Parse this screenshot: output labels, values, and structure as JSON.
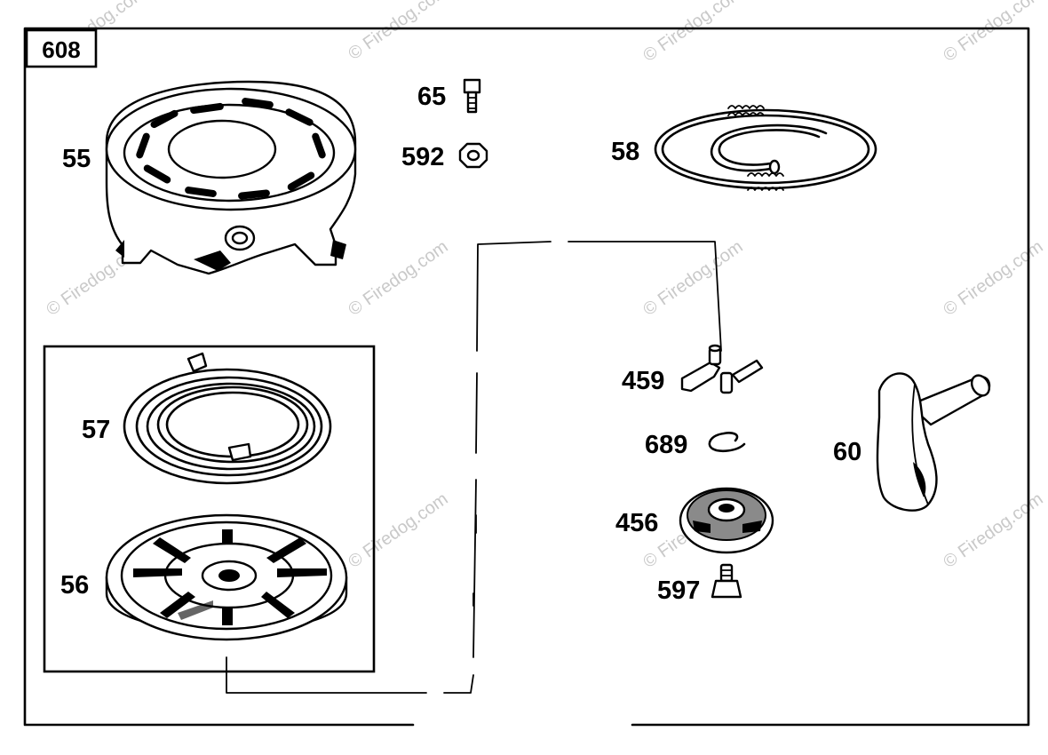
{
  "diagram": {
    "box_number": "608",
    "watermark": "© Firedog.com",
    "callouts": {
      "p55": "55",
      "p56": "56",
      "p57": "57",
      "p58": "58",
      "p60": "60",
      "p65": "65",
      "p456": "456",
      "p459": "459",
      "p592": "592",
      "p597": "597",
      "p689": "689"
    }
  }
}
